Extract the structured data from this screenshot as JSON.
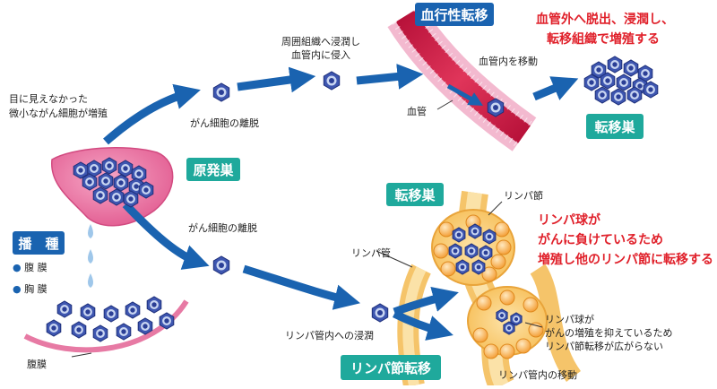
{
  "labels": {
    "hematogenous_metastasis": "血行性転移",
    "extravasation_note": [
      "血管外へ脱出、浸潤し、",
      "転移組織で増殖する"
    ],
    "invade_tissue": [
      "周囲組織へ浸潤し",
      "血管内に侵入"
    ],
    "move_in_vessel": "血管内を移動",
    "blood_vessel": "血管",
    "metastatic_focus": "転移巣",
    "micro_growth": [
      "目に見えなかった",
      "微小ながん細胞が増殖"
    ],
    "detach_top": "がん細胞の離脱",
    "primary_tumor": "原発巣",
    "dissemination": "播　種",
    "peritoneum_bullet": "腹 膜",
    "pleura_bullet": "胸 膜",
    "peritoneum": "腹膜",
    "detach_bottom": "がん細胞の離脱",
    "lymph_metastasis_focus": "転移巣",
    "lymph_node": "リンパ節",
    "lymph_vessel": "リンパ管",
    "lymph_defeat_note": [
      "リンパ球が",
      "がんに負けているため",
      "増殖し他のリンパ節に転移する"
    ],
    "lymph_vessel_invasion": "リンパ管内への浸潤",
    "lymph_suppress_note": [
      "リンパ球が",
      "がんの増殖を抑えているため",
      "リンパ節転移が広がらない"
    ],
    "lymph_node_metastasis": "リンパ節転移",
    "move_in_lymph": "リンパ管内の移動"
  },
  "colors": {
    "arrow": "#1a63b0",
    "teal_box": "#1fa99c",
    "blue_box": "#1a63b0",
    "red_text": "#e0202a",
    "tumor_pink": "#e9679c",
    "vessel_red": "#d6244a",
    "lymph_orange": "#f7c96e",
    "cell_blue": "#3e56b0"
  }
}
